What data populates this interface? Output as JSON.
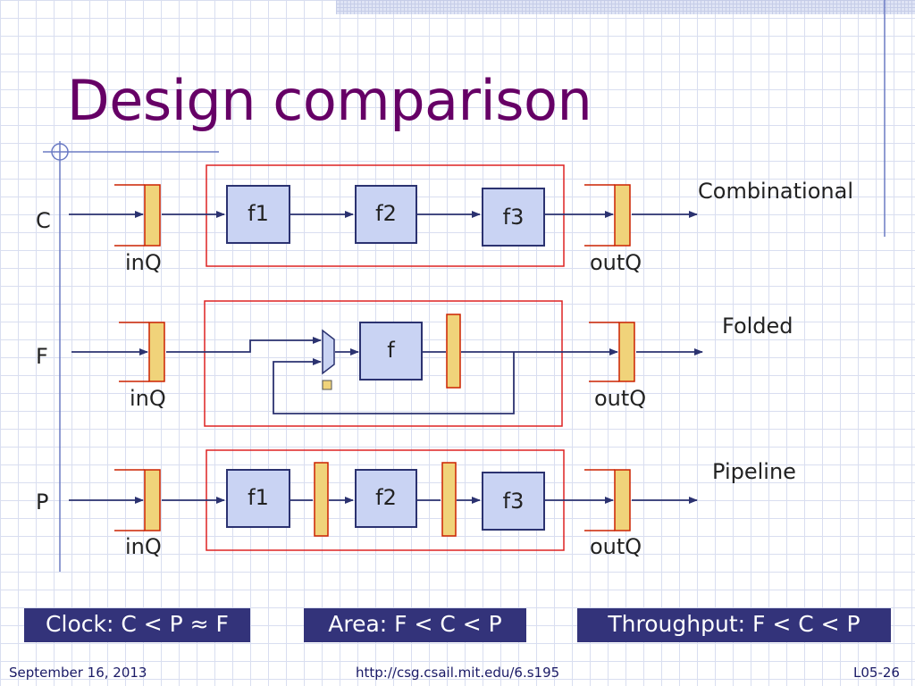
{
  "slide": {
    "title": "Design comparison",
    "rows": [
      {
        "label": "C",
        "kind": "Combinational",
        "in_queue": "inQ",
        "out_queue": "outQ",
        "stages": [
          "f1",
          "f2",
          "f3"
        ]
      },
      {
        "label": "F",
        "kind": "Folded",
        "in_queue": "inQ",
        "out_queue": "outQ",
        "stages": [
          "f"
        ]
      },
      {
        "label": "P",
        "kind": "Pipeline",
        "in_queue": "inQ",
        "out_queue": "outQ",
        "stages": [
          "f1",
          "f2",
          "f3"
        ]
      }
    ],
    "summaries": {
      "clock": "Clock: C < P ≈ F",
      "area": "Area: F < C < P",
      "throughput": "Throughput: F < C < P"
    },
    "footer": {
      "date": "September 16, 2013",
      "url": "http://csg.csail.mit.edu/6.s195",
      "slide_number": "L05-26"
    },
    "colors": {
      "title": "#660066",
      "box_fill": "#c9d3f3",
      "box_border": "#2b3270",
      "register_fill": "#f0d37a",
      "register_border": "#cc2200",
      "enclosure_border": "#dd2222",
      "summary_bg": "#33337a"
    }
  }
}
